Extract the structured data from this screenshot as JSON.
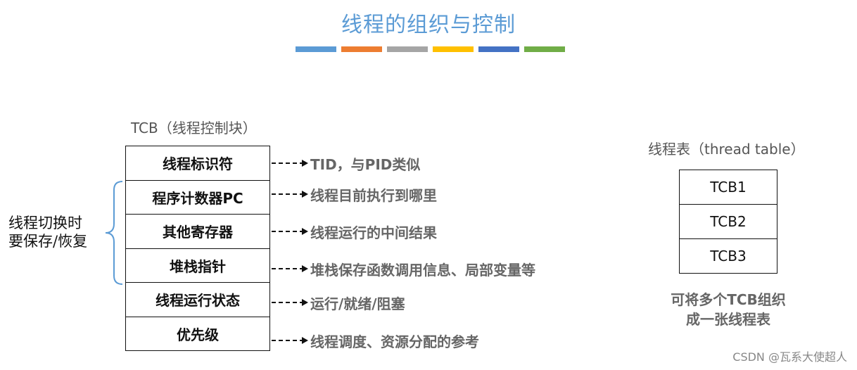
{
  "title": "线程的组织与控制",
  "title_color": "#5b9bd5",
  "stripes": [
    "#5b9bd5",
    "#ed7d31",
    "#a5a5a5",
    "#ffc000",
    "#4472c4",
    "#70ad47"
  ],
  "tcb": {
    "title": "TCB（线程控制块）",
    "fields": [
      {
        "label": "线程标识符",
        "desc": "TID，与PID类似"
      },
      {
        "label": "程序计数器PC",
        "desc": "线程目前执行到哪里"
      },
      {
        "label": "其他寄存器",
        "desc": "线程运行的中间结果"
      },
      {
        "label": "堆栈指针",
        "desc": "堆栈保存函数调用信息、局部变量等"
      },
      {
        "label": "线程运行状态",
        "desc": "运行/就绪/阻塞"
      },
      {
        "label": "优先级",
        "desc": "线程调度、资源分配的参考"
      }
    ]
  },
  "switch_note": {
    "line1": "线程切换时",
    "line2": "要保存/恢复",
    "brace_color": "#5b9bd5"
  },
  "thread_table": {
    "title": "线程表（thread table）",
    "rows": [
      "TCB1",
      "TCB2",
      "TCB3"
    ],
    "note_line1": "可将多个TCB组织",
    "note_line2": "成一张线程表"
  },
  "watermark": "CSDN @瓦系大使超人"
}
